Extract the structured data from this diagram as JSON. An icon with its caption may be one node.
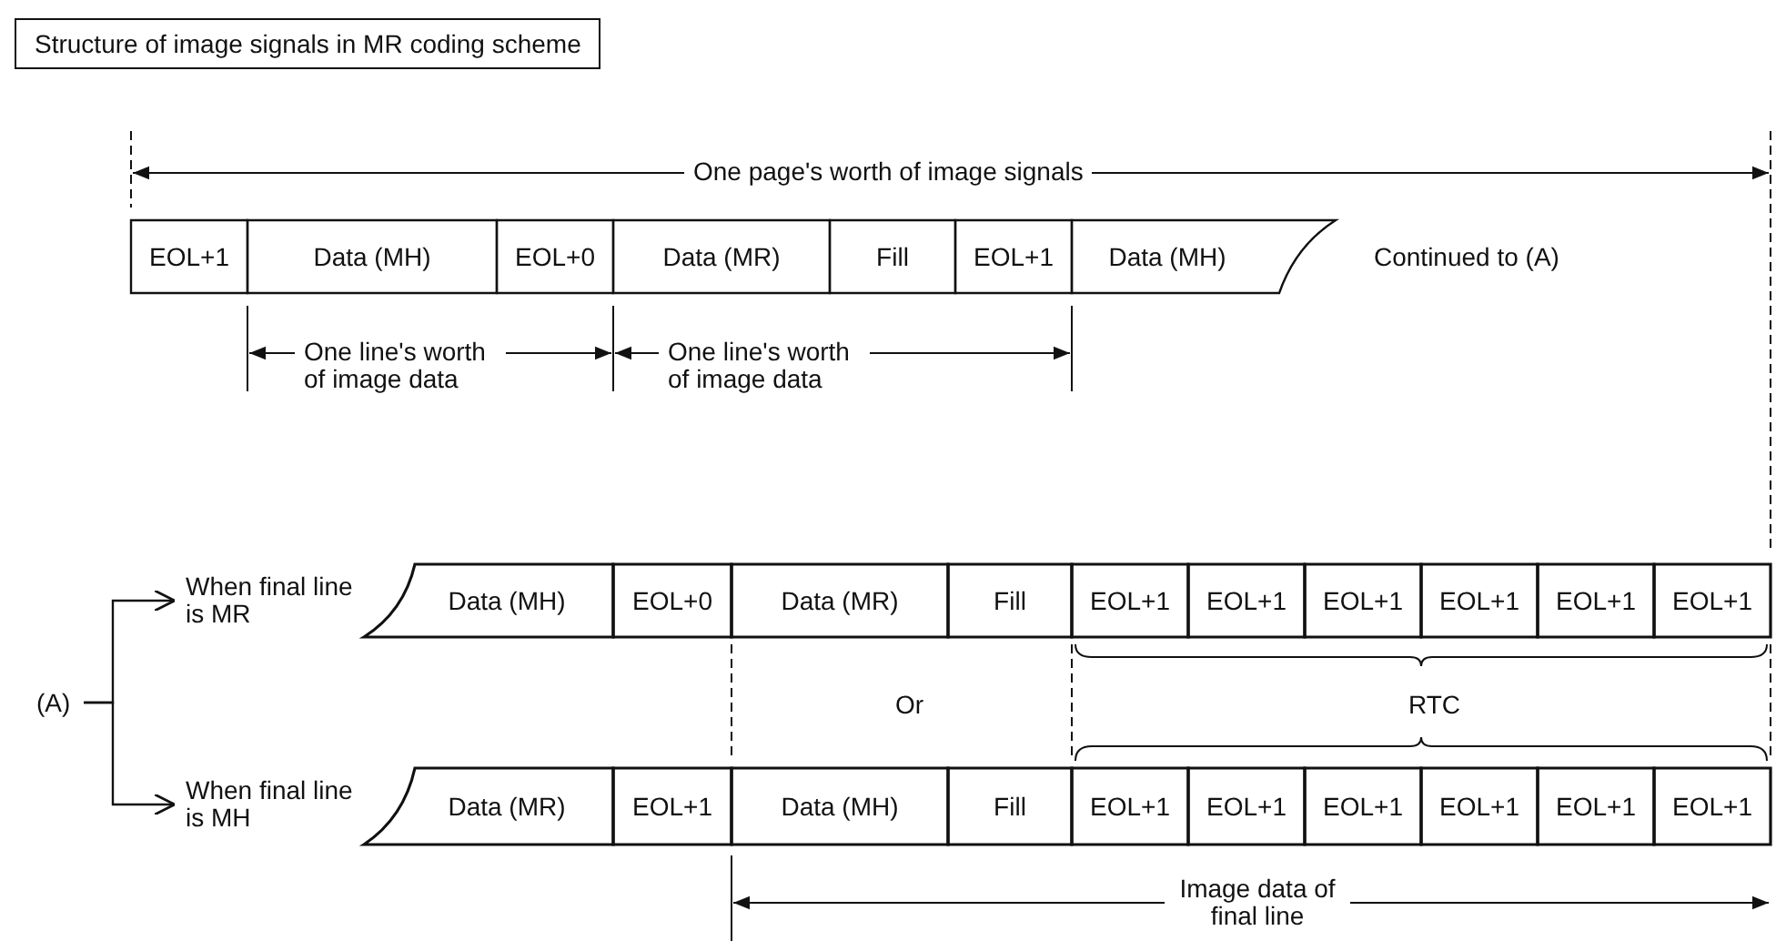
{
  "diagram": {
    "title": "Structure of image signals in MR coding scheme",
    "nodes": [
      {
        "text": [
          "EOL+1"
        ]
      },
      {
        "text": [
          "Data (MH)"
        ]
      },
      {
        "text": [
          "EOL+0"
        ]
      },
      {
        "text": [
          "Data (MR)"
        ]
      },
      {
        "text": [
          "Fill"
        ]
      },
      {
        "text": [
          "EOL+1"
        ]
      },
      {
        "text": [
          "Data (MH)"
        ]
      },
      {
        "text": [
          "When final line is MR"
        ]
      },
      {
        "text": [
          "Data (MH)"
        ]
      },
      {
        "text": [
          "EOL+0"
        ]
      },
      {
        "text": [
          "Data (MR)"
        ]
      },
      {
        "text": [
          "Fill"
        ]
      },
      {
        "text": [
          "EOL+1"
        ]
      },
      {
        "text": [
          "EOL+1"
        ]
      },
      {
        "text": [
          "EOL+1"
        ]
      },
      {
        "text": [
          "EOL+1"
        ]
      },
      {
        "text": [
          "EOL+1"
        ]
      },
      {
        "text": [
          "EOL+1"
        ]
      },
      {
        "text": [
          "(A)"
        ]
      },
      {
        "text": [
          "When final line is MH"
        ]
      },
      {
        "text": [
          "Data (MR)"
        ]
      },
      {
        "text": [
          "EOL+1"
        ]
      },
      {
        "text": [
          "Data (MH)"
        ]
      },
      {
        "text": [
          "Fill"
        ]
      },
      {
        "text": [
          "EOL+1"
        ]
      },
      {
        "text": [
          "EOL+1"
        ]
      },
      {
        "text": [
          "EOL+1"
        ]
      },
      {
        "text": [
          "EOL+1"
        ]
      },
      {
        "text": [
          "EOL+1"
        ]
      },
      {
        "text": [
          "EOL+1"
        ]
      }
    ],
    "edges": [
      {
        "from": 18,
        "to": 7,
        "arrow": "to"
      },
      {
        "from": 18,
        "to": 19,
        "arrow": "to"
      }
    ],
    "labels": [
      "One page's worth of image signals",
      "Continued to (A)",
      "One line's worth of image data",
      "One line's worth of image data",
      "Or",
      "RTC",
      "Image data of final line"
    ]
  }
}
